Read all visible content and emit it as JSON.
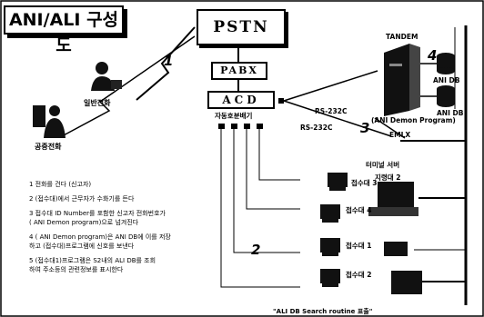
{
  "title": "ANI/ALI 구성도",
  "pstn": "PSTN",
  "pabx": "PABX",
  "acd": "ACD",
  "acd_sub": "자동호분배기",
  "phone_general": "일반전화",
  "phone_public": "공중전화",
  "tandem": "TANDEM",
  "ani_db_1": "ANI DB",
  "ani_db_2": "ANI DB",
  "ani_demon": "(ANI Demon Program)",
  "rs232c_1": "RS-232C",
  "rs232c_2": "RS-232C",
  "emlx": "EMLX",
  "terminal_server_1": "터미널 서버",
  "terminal_server_2": "지령대 2",
  "consoles": [
    "접수대 3",
    "접수대 4",
    "접수대 1",
    "접수대 2"
  ],
  "numbers": [
    "1",
    "2",
    "3",
    "4"
  ],
  "steps": [
    "1  전화를 건다 (신고자)",
    "2  (접수대)에서 근무자가 수화기를 든다",
    "3  접수대 ID Number를 포함한 신고자 전화번호가",
    "   ( ANI Demon program)으로 넘겨진다",
    "4  ( ANI Demon program)은 ANI DB에 이를 저장",
    "   하고 (접수대)프로그램에 신호를 보낸다",
    "5  (접수대1)프로그램은 S2내의 ALI DB를 조회",
    "   하여 주소등의 관련정보를 표시한다"
  ],
  "bottom_note": "\"ALI DB Search routine 표출\""
}
